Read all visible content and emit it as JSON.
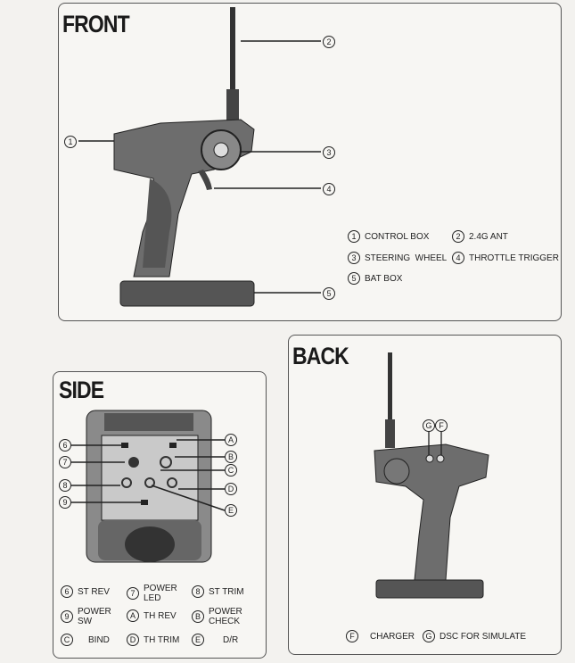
{
  "front": {
    "title": "FRONT",
    "markers": [
      "1",
      "2",
      "3",
      "4",
      "5"
    ],
    "legend": [
      {
        "n": "1",
        "t": "CONTROL BOX"
      },
      {
        "n": "2",
        "t": "2.4G ANT"
      },
      {
        "n": "3",
        "t": "STEERING  WHEEL"
      },
      {
        "n": "4",
        "t": "THROTTLE TRIGGER"
      },
      {
        "n": "5",
        "t": "BAT BOX"
      }
    ]
  },
  "side": {
    "title": "SIDE",
    "markers_left": [
      "6",
      "7",
      "8",
      "9"
    ],
    "markers_right": [
      "A",
      "B",
      "C",
      "D",
      "E"
    ],
    "legend": [
      {
        "n": "6",
        "t": "ST REV"
      },
      {
        "n": "7",
        "t": "POWER LED"
      },
      {
        "n": "8",
        "t": "ST TRIM"
      },
      {
        "n": "9",
        "t": "POWER SW"
      },
      {
        "n": "A",
        "t": "TH REV"
      },
      {
        "n": "B",
        "t": "POWER CHECK"
      },
      {
        "n": "C",
        "t": "BIND"
      },
      {
        "n": "D",
        "t": "TH TRIM"
      },
      {
        "n": "E",
        "t": "D/R"
      }
    ]
  },
  "back": {
    "title": "BACK",
    "markers": [
      "G",
      "F"
    ],
    "legend": [
      {
        "n": "F",
        "t": "CHARGER"
      },
      {
        "n": "G",
        "t": "DSC FOR SIMULATE"
      }
    ]
  }
}
